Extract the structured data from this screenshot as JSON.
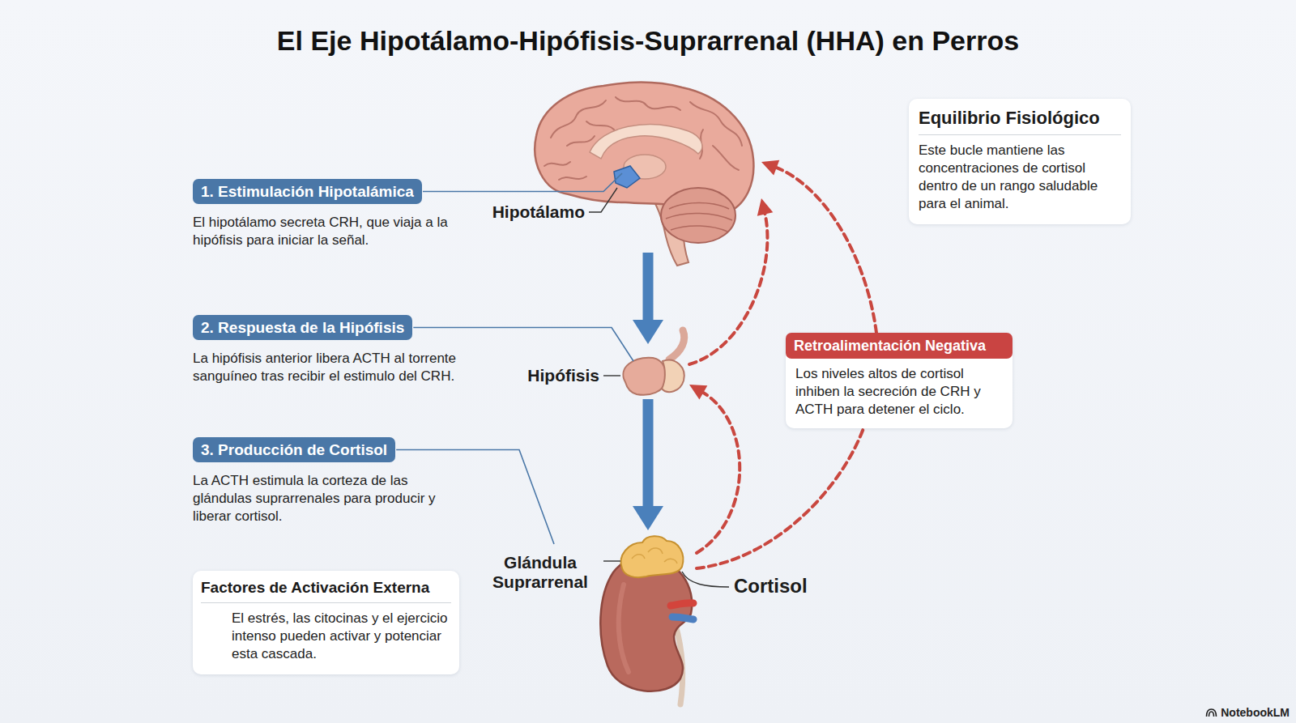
{
  "diagram": {
    "title": "El Eje Hipotálamo-Hipófisis-Suprarrenal (HHA) en Perros",
    "nodes": [
      {
        "text": [
          "1. Estimulación Hipotalámica",
          "El hipotálamo secreta CRH, que viaja a la hipófisis para iniciar la señal."
        ]
      },
      {
        "text": [
          "Equilibrio Fisiológico",
          "Este bucle mantiene las concentraciones de cortisol dentro de un rango saludable para el animal."
        ]
      },
      {
        "text": [
          "Hipotálamo"
        ]
      },
      {
        "text": [
          "2. Respuesta de la Hipófisis",
          "La hipófisis anterior libera ACTH al torrente sanguíneo tras recibir el estimulo del CRH."
        ]
      },
      {
        "text": [
          "Hipófisis"
        ]
      },
      {
        "text": [
          "Retroalimentación Negativa",
          "Los niveles altos de cortisol inhiben la secreción de CRH y ACTH para detener el ciclo."
        ]
      },
      {
        "text": [
          "3. Producción de Cortisol",
          "La ACTH estimula la corteza de las glándulas suprarrenales para producir y liberar cortisol."
        ]
      },
      {
        "text": [
          "Glándula Suprarrenal"
        ]
      },
      {
        "text": [
          "Factores de Activación Externa",
          "El estrés, las citocinas y el ejercicio intenso pueden activar y potenciar esta cascada."
        ]
      }
    ],
    "edges": [
      {
        "from": 2,
        "to": 4,
        "arrow": "to"
      },
      {
        "from": 4,
        "to": 7,
        "arrow": "to"
      },
      {
        "from": 7,
        "to": 4,
        "arrow": "to"
      },
      {
        "from": 4,
        "to": 2,
        "arrow": "to"
      },
      {
        "from": 7,
        "to": 5,
        "arrow": "none"
      },
      {
        "from": 5,
        "to": 2,
        "arrow": "to"
      }
    ],
    "labels": [
      "Cortisol",
      "NotebookLM"
    ]
  }
}
